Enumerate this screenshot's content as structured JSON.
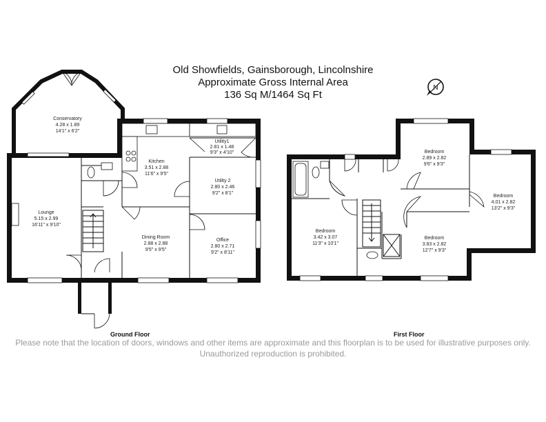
{
  "header": {
    "line1": "Old Showfields, Gainsborough, Lincolnshire",
    "line2": "Approximate Gross Internal Area",
    "line3": "136 Sq M/1464 Sq Ft"
  },
  "compass": {
    "letter": "N",
    "icon": "north-arrow-icon"
  },
  "ground_floor": {
    "label": "Ground Floor",
    "rooms": [
      {
        "id": "conservatory",
        "name": "Conservatory",
        "metric": "4.28 x 1.89",
        "imperial": "14'1\" x 6'2\""
      },
      {
        "id": "kitchen",
        "name": "Kitchen",
        "metric": "3.51 x 2.88",
        "imperial": "11'6\" x 9'5\""
      },
      {
        "id": "utility1",
        "name": "Utility1",
        "metric": "2.81 x 1.48",
        "imperial": "9'3\" x 4'10\""
      },
      {
        "id": "utility2",
        "name": "Utility 2",
        "metric": "2.80 x 2.46",
        "imperial": "9'2\" x 8'1\""
      },
      {
        "id": "lounge",
        "name": "Lounge",
        "metric": "5.15 x 2.99",
        "imperial": "16'11\" x 9'10\""
      },
      {
        "id": "dining",
        "name": "Dining Room",
        "metric": "2.88 x 2.88",
        "imperial": "9'5\" x 9'5\""
      },
      {
        "id": "office",
        "name": "Office",
        "metric": "2.80 x 2.71",
        "imperial": "9'2\" x 8'11\""
      }
    ]
  },
  "first_floor": {
    "label": "First Floor",
    "rooms": [
      {
        "id": "bed1",
        "name": "Bedroom",
        "metric": "2.89 x 2.82",
        "imperial": "9'6\" x 9'3\""
      },
      {
        "id": "bed2",
        "name": "Bedroom",
        "metric": "4.01 x 2.82",
        "imperial": "13'2\" x 9'3\""
      },
      {
        "id": "bed3",
        "name": "Bedroom",
        "metric": "3.42 x 3.07",
        "imperial": "11'3\" x 10'1\""
      },
      {
        "id": "bed4",
        "name": "Bedroom",
        "metric": "3.83 x 2.82",
        "imperial": "12'7\" x 9'3\""
      }
    ]
  },
  "disclaimer": "Please note that the location of doors, windows and other items are approximate and this floorplan is to be used for illustrative purposes only. Unauthorized reproduction is prohibited.",
  "colors": {
    "wall": "#111111",
    "disclaimer": "#9a9a9a",
    "background": "#ffffff"
  }
}
